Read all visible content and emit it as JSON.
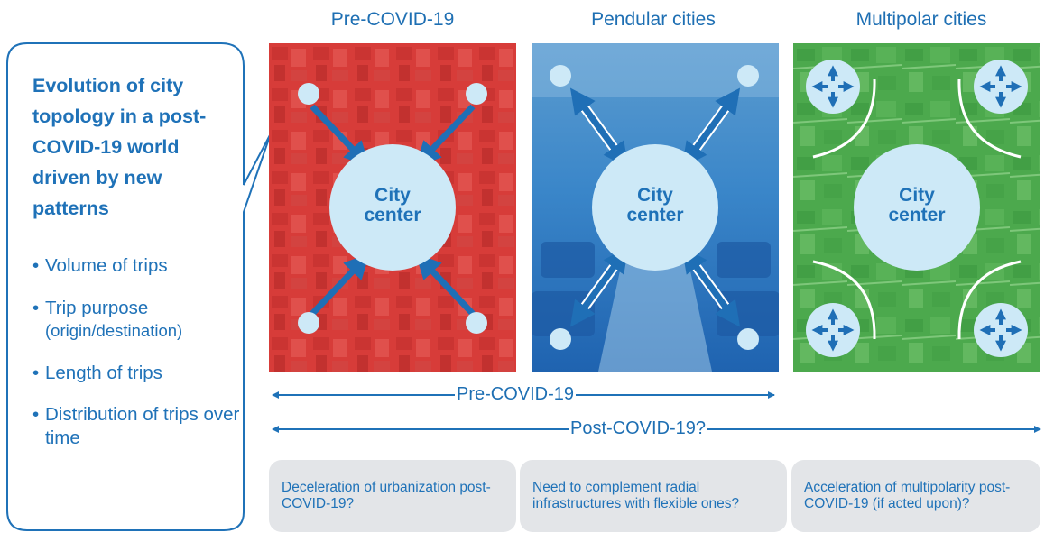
{
  "callout": {
    "title": "Evolution of city topology in a post-COVID-19 world driven by new patterns",
    "bullets": [
      {
        "main": "Volume of trips",
        "sub": ""
      },
      {
        "main": "Trip purpose",
        "sub": "(origin/destination)"
      },
      {
        "main": "Length of trips",
        "sub": ""
      },
      {
        "main": "Distribution of trips over time",
        "sub": ""
      }
    ]
  },
  "columns": [
    {
      "title": "Pre-COVID-19",
      "center_line1": "City",
      "center_line2": "center",
      "note": "Deceleration of urbanization post-COVID-19?",
      "bg_color": "#d73a37"
    },
    {
      "title": "Pendular cities",
      "center_line1": "City",
      "center_line2": "center",
      "note": "Need to complement radial infrastructures with flexible ones?",
      "bg_color": "#2b79c2"
    },
    {
      "title": "Multipolar cities",
      "center_line1": "City",
      "center_line2": "center",
      "note": "Acceleration of multipolarity post-COVID-19 (if acted upon)?",
      "bg_color": "#4aa84a"
    }
  ],
  "timelines": {
    "pre": "Pre-COVID-19",
    "post": "Post-COVID-19?"
  },
  "colors": {
    "accent": "#1e6fb3",
    "circle": "#cde9f7",
    "note_bg": "#e3e5e8"
  }
}
